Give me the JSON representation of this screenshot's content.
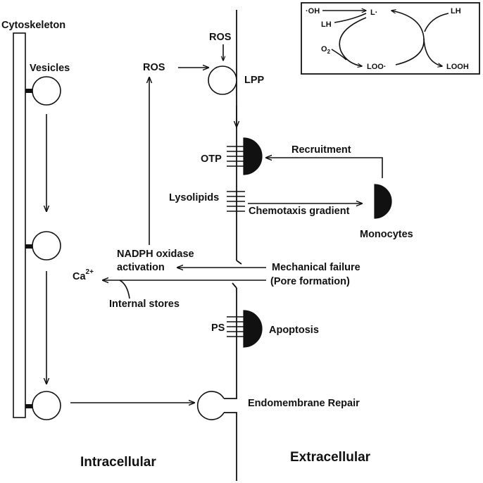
{
  "labels": {
    "cytoskeleton": "Cytoskeleton",
    "vesicles": "Vesicles",
    "ros_left": "ROS",
    "ros_top": "ROS",
    "lpp": "LPP",
    "otp": "OTP",
    "recruitment": "Recruitment",
    "lysolipids": "Lysolipids",
    "chemotaxis": "Chemotaxis gradient",
    "monocytes": "Monocytes",
    "nadph_line1": "NADPH oxidase",
    "nadph_line2": "activation",
    "ca": "Ca",
    "ca_sup": "2+",
    "mech_line1": "Mechanical failure",
    "mech_line2": "(Pore formation)",
    "internal_stores": "Internal stores",
    "ps": "PS",
    "apoptosis": "Apoptosis",
    "endomembrane": "Endomembrane Repair",
    "intracellular": "Intracellular",
    "extracellular": "Extracellular"
  },
  "inset": {
    "oh": "·OH",
    "lh_left": "LH",
    "l_radical": "L·",
    "lh_right": "LH",
    "o2": "O",
    "o2_sub": "2",
    "loo": "LOO·",
    "looh": "LOOH"
  }
}
